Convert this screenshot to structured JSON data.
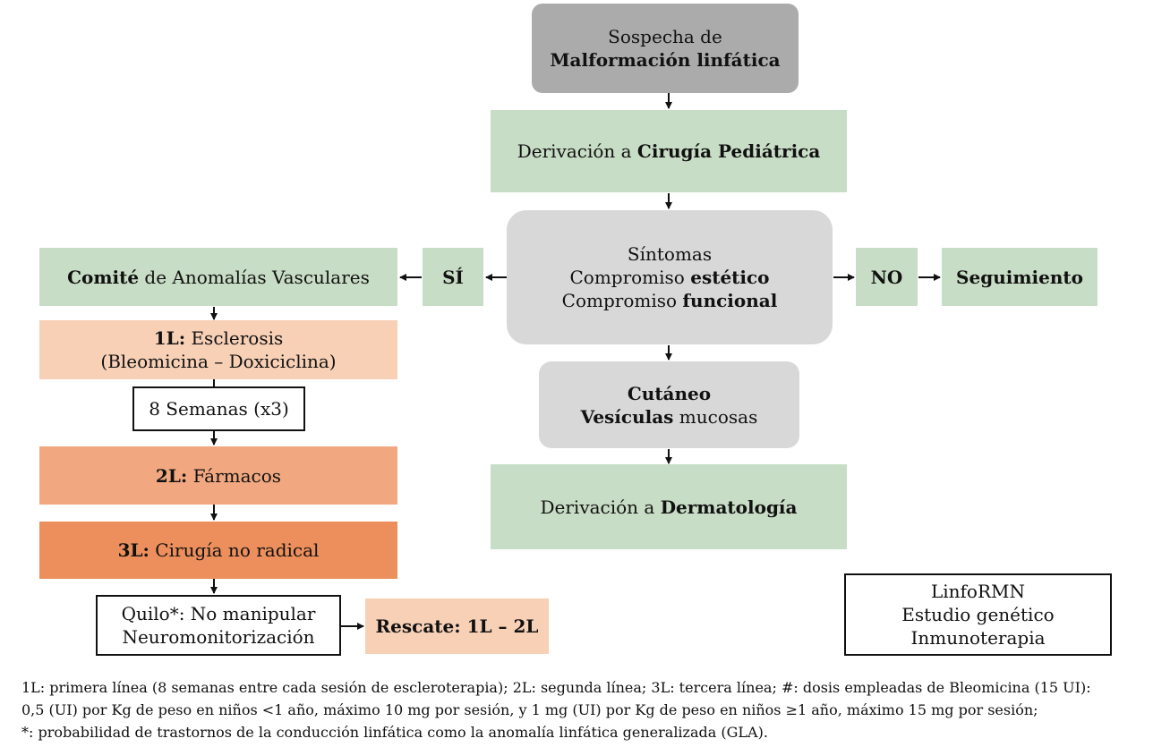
{
  "nodes": {
    "sospecha": {
      "line1": "Sospecha de",
      "line2": "Malformación linfática"
    },
    "cirugia_pediatrica": {
      "prefix": "Derivación a ",
      "bold": "Cirugía Pediátrica"
    },
    "sintomas": {
      "line1": "Síntomas",
      "line2_prefix": "Compromiso ",
      "line2_bold": "estético",
      "line3_prefix": "Compromiso ",
      "line3_bold": "funcional"
    },
    "si": "SÍ",
    "no": "NO",
    "seguimiento": "Seguimiento",
    "comite": {
      "bold": "Comité",
      "rest": " de Anomalías Vasculares"
    },
    "esclerosis": {
      "bold": "1L:",
      "rest": " Esclerosis",
      "line2": "(Bleomicina – Doxiciclina)"
    },
    "semanas": "8 Semanas (x3)",
    "farmacos": {
      "bold": "2L:",
      "rest": " Fármacos"
    },
    "cirugia_no_radical": {
      "bold": "3L:",
      "rest": " Cirugía no radical"
    },
    "quilo": {
      "line1": "Quilo*: No manipular",
      "line2": "Neuromonitorización"
    },
    "rescate": "Rescate: 1L – 2L",
    "cutaneo": {
      "line1": "Cutáneo",
      "line2_bold": "Vesículas",
      "line2_rest": " mucosas"
    },
    "dermatologia": {
      "prefix": "Derivación a ",
      "bold": "Dermatología"
    },
    "extras": {
      "line1": "LinfoRMN",
      "line2": "Estudio genético",
      "line3": "Inmunoterapia"
    }
  },
  "footnote": {
    "line1": "1L: primera línea (8 semanas entre cada sesión de escleroterapia); 2L: segunda línea; 3L: tercera línea; #: dosis empleadas de Bleomicina (15 UI):",
    "line2": "0,5 (UI) por Kg de peso en niños <1 año, máximo 10 mg por sesión, y 1 mg (UI) por Kg de peso en niños ≥1 año, máximo 15 mg por sesión;",
    "line3": "*: probabilidad de trastornos de la conducción linfática como la anomalía linfática generalizada (GLA)."
  },
  "colors": {
    "grey_dark": "#ababab",
    "grey_light": "#d8d8d8",
    "green": "#c8ddc5",
    "peach_light": "#f7d0b6",
    "peach_medium": "#f1a880",
    "peach_dark": "#ec8f5c",
    "arrow": "#111111"
  }
}
